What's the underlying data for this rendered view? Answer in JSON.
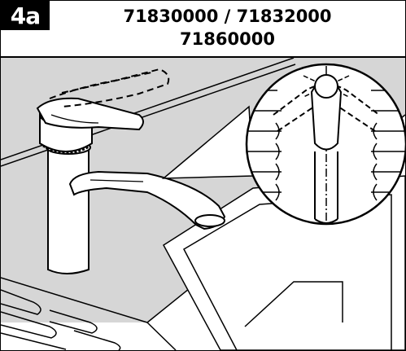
{
  "header": {
    "step": "4a",
    "title_line1": "71830000 / 71832000",
    "title_line2": "71860000"
  },
  "colors": {
    "wall": "#d6d6d6",
    "line": "#000000",
    "background": "#ffffff"
  },
  "icons": [
    "faucet-illustration",
    "lever-detail-inset"
  ]
}
